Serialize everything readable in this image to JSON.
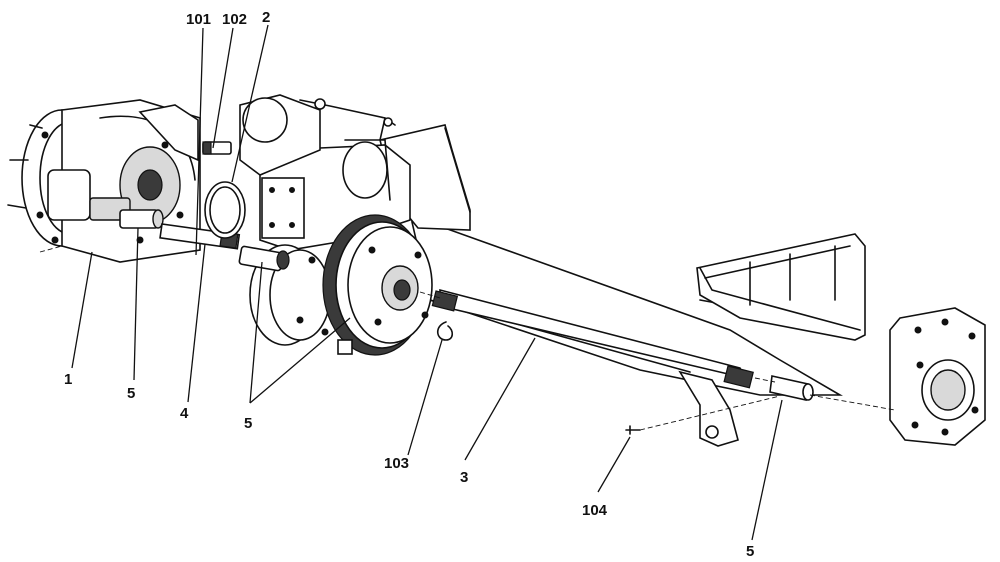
{
  "callouts": {
    "c101": "101",
    "c102": "102",
    "c2": "2",
    "c1": "1",
    "c5a": "5",
    "c4": "4",
    "c5b": "5",
    "c103": "103",
    "c3": "3",
    "c104": "104",
    "c5c": "5"
  }
}
